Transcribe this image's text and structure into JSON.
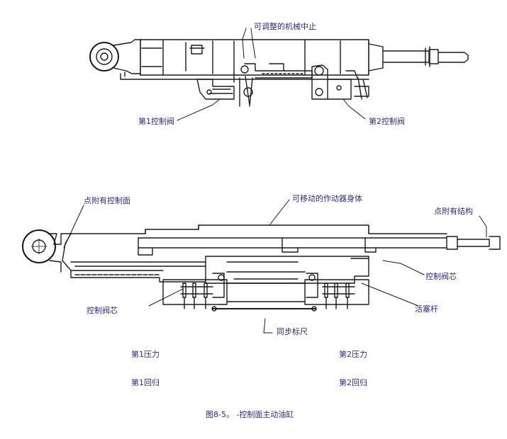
{
  "top_view": {
    "label_adjustable_stop": "可调整的机械中止",
    "label_valve1": "第1控制阀",
    "label_valve2": "第2控制阀"
  },
  "section_view": {
    "label_attach_surface": "点附有控制面",
    "label_movable_body": "可移动的作动器身体",
    "label_attach_structure": "点附有结构",
    "label_spool_right": "控制阀芯",
    "label_spool_left": "控制阀芯",
    "label_piston_rod": "活塞杆",
    "label_sync_rod": "同步标尺"
  },
  "ports": {
    "pressure1": "第1压力",
    "pressure2": "第2压力",
    "return1": "第1回归",
    "return2": "第2回归"
  },
  "caption": "图8-5。 -控制面主动油缸"
}
